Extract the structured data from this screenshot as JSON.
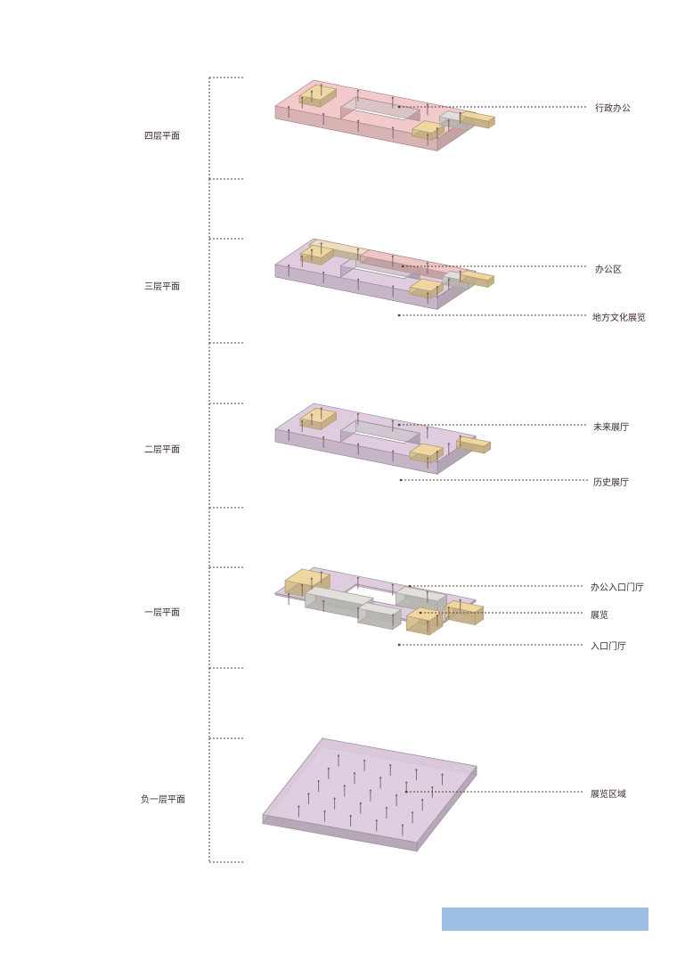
{
  "floors": [
    {
      "id": "f4",
      "label": "四层平面",
      "zones": [
        {
          "label": "行政办公"
        }
      ]
    },
    {
      "id": "f3",
      "label": "三层平面",
      "zones": [
        {
          "label": "办公区"
        },
        {
          "label": "地方文化展览"
        }
      ]
    },
    {
      "id": "f2",
      "label": "二层平面",
      "zones": [
        {
          "label": "未来展厅"
        },
        {
          "label": "历史展厅"
        }
      ]
    },
    {
      "id": "f1",
      "label": "一层平面",
      "zones": [
        {
          "label": "办公入口门厅"
        },
        {
          "label": "展览"
        },
        {
          "label": "入口门厅"
        }
      ]
    },
    {
      "id": "b1",
      "label": "负一层平面",
      "zones": [
        {
          "label": "展览区域"
        }
      ]
    }
  ],
  "colors": {
    "admin": "#f1c6c8",
    "exhibit": "#dcc9dc",
    "amber": "#f2d9a2",
    "gray": "#e3e1dc",
    "line": "#5a3e38",
    "blue_bar": "#9dc0e4"
  }
}
